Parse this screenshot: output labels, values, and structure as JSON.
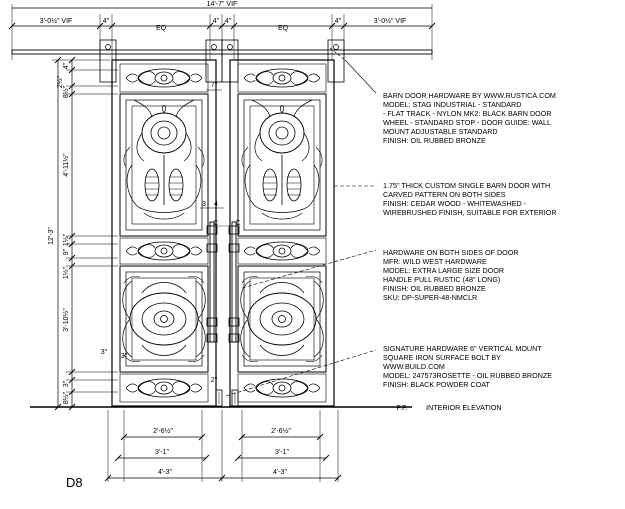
{
  "drawing_label": "D8",
  "overall_width": "14'-7\" VIF",
  "top_dims": {
    "left_vif": "3'-0½\" VIF",
    "right_vif": "3'-0½\" VIF",
    "gap_left": "4\"",
    "gap_mid_left": "4\"",
    "gap_mid_right": "4\"",
    "gap_right": "4\"",
    "eq_left": "EQ",
    "eq_right": "EQ"
  },
  "left_dims": {
    "overall": "12'-3\"",
    "d1": "4\"",
    "d2": "2½\"",
    "d3": "8½\"",
    "d4": "4'-11½\"",
    "d5": "1½\"",
    "d6": "9\"",
    "d7": "1½\"",
    "d8": "3'-10½\"",
    "d9": "3\"",
    "d10": "3\"",
    "d11": "8½\""
  },
  "small_dims": {
    "offset_top": "7\"",
    "handle_a": "3",
    "handle_b": "4",
    "handle_gap": "2\"",
    "bolt_dim": "3\""
  },
  "bottom_dims": {
    "inner_left": "2'-6½\"",
    "inner_right": "2'-6½\"",
    "mid_left": "3'-1\"",
    "mid_right": "3'-1\"",
    "outer_left": "4'-3\"",
    "outer_right": "4'-3\""
  },
  "floor_marker": "F.F.",
  "view_label": "INTERIOR ELEVATION",
  "notes": [
    {
      "lines": [
        "BARN DOOR HARDWARE BY WWW.RUSTICA.COM",
        "MODEL: STAG INDUSTRIAL - STANDARD",
        "- FLAT TRACK - NYLON MK2: BLACK BARN DOOR",
        "WHEEL - STANDARD STOP - DOOR GUIDE: WALL",
        "MOUNT ADJUSTABLE STANDARD",
        "FINISH: OIL RUBBED BRONZE"
      ]
    },
    {
      "lines": [
        "1.75\" THICK CUSTOM SINGLE BARN DOOR WITH",
        "CARVED PATTERN ON BOTH SIDES",
        "FINISH: CEDAR WOOD - WHITEWASHED -",
        "WIREBRUSHED FINISH, SUITABLE FOR EXTERIOR"
      ]
    },
    {
      "lines": [
        "HARDWARE ON BOTH SIDES OF DOOR",
        "MFR: WILD WEST HARDWARE",
        "MODEL: EXTRA LARGE SIZE DOOR",
        "HANDLE PULL RUSTIC (48\" LONG)",
        "FINISH: OIL RUBBED BRONZE",
        "SKU: DP-SUPER-48-NMCLR"
      ]
    },
    {
      "lines": [
        "SIGNATURE HARDWARE 6\" VERTICAL MOUNT",
        "SQUARE IRON SURFACE BOLT BY",
        "WWW.BUILD.COM",
        "MODEL: 247573ROSETTE - OIL RUBBED BRONZE",
        "FINISH: BLACK POWDER COAT"
      ]
    }
  ]
}
